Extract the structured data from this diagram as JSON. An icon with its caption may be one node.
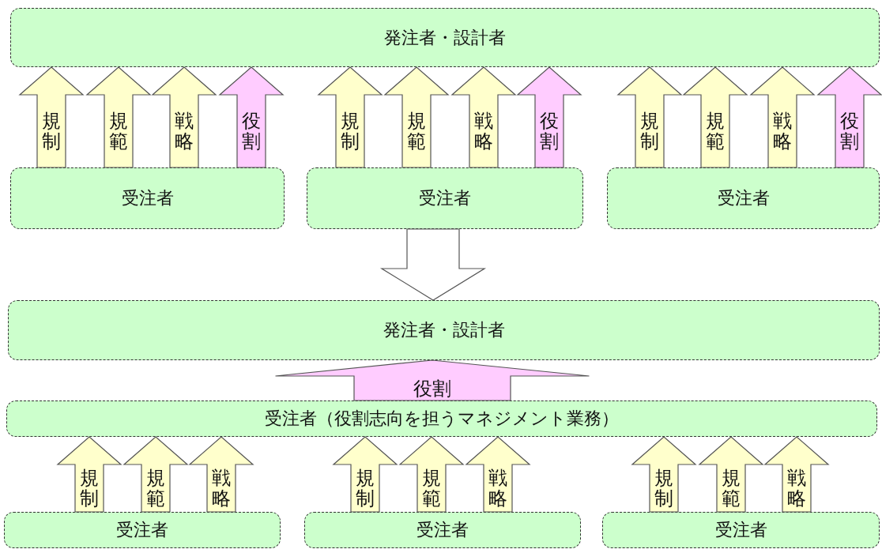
{
  "diagram": {
    "nodes": [
      {
        "text": [
          "発注者・設計者"
        ]
      },
      {
        "text": [
          "受注者"
        ]
      },
      {
        "text": [
          "受注者"
        ]
      },
      {
        "text": [
          "受注者"
        ]
      },
      {
        "text": [
          "発注者・設計者"
        ]
      },
      {
        "text": [
          "受注者（役割志向を担うマネジメント業務）"
        ]
      },
      {
        "text": [
          "受注者"
        ]
      },
      {
        "text": [
          "受注者"
        ]
      },
      {
        "text": [
          "受注者"
        ]
      }
    ],
    "edges": [
      {
        "from": 1,
        "to": 0,
        "arrow": "to",
        "label": "規制"
      },
      {
        "from": 1,
        "to": 0,
        "arrow": "to",
        "label": "規範"
      },
      {
        "from": 1,
        "to": 0,
        "arrow": "to",
        "label": "戦略"
      },
      {
        "from": 1,
        "to": 0,
        "arrow": "to",
        "label": "役割",
        "color": "#ffccff"
      },
      {
        "from": 2,
        "to": 0,
        "arrow": "to",
        "label": "規制"
      },
      {
        "from": 2,
        "to": 0,
        "arrow": "to",
        "label": "規範"
      },
      {
        "from": 2,
        "to": 0,
        "arrow": "to",
        "label": "戦略"
      },
      {
        "from": 2,
        "to": 0,
        "arrow": "to",
        "label": "役割",
        "color": "#ffccff"
      },
      {
        "from": 3,
        "to": 0,
        "arrow": "to",
        "label": "規制"
      },
      {
        "from": 3,
        "to": 0,
        "arrow": "to",
        "label": "規範"
      },
      {
        "from": 3,
        "to": 0,
        "arrow": "to",
        "label": "戦略"
      },
      {
        "from": 3,
        "to": 0,
        "arrow": "to",
        "label": "役割",
        "color": "#ffccff"
      },
      {
        "from": 2,
        "to": 4,
        "arrow": "to",
        "color": "#ffffff"
      },
      {
        "from": 5,
        "to": 4,
        "arrow": "to",
        "label": "役割",
        "color": "#ffccff"
      },
      {
        "from": 6,
        "to": 5,
        "arrow": "to",
        "label": "規制"
      },
      {
        "from": 6,
        "to": 5,
        "arrow": "to",
        "label": "規範"
      },
      {
        "from": 6,
        "to": 5,
        "arrow": "to",
        "label": "戦略"
      },
      {
        "from": 7,
        "to": 5,
        "arrow": "to",
        "label": "規制"
      },
      {
        "from": 7,
        "to": 5,
        "arrow": "to",
        "label": "規範"
      },
      {
        "from": 7,
        "to": 5,
        "arrow": "to",
        "label": "戦略"
      },
      {
        "from": 8,
        "to": 5,
        "arrow": "to",
        "label": "規制"
      },
      {
        "from": 8,
        "to": 5,
        "arrow": "to",
        "label": "規範"
      },
      {
        "from": 8,
        "to": 5,
        "arrow": "to",
        "label": "戦略"
      }
    ]
  }
}
